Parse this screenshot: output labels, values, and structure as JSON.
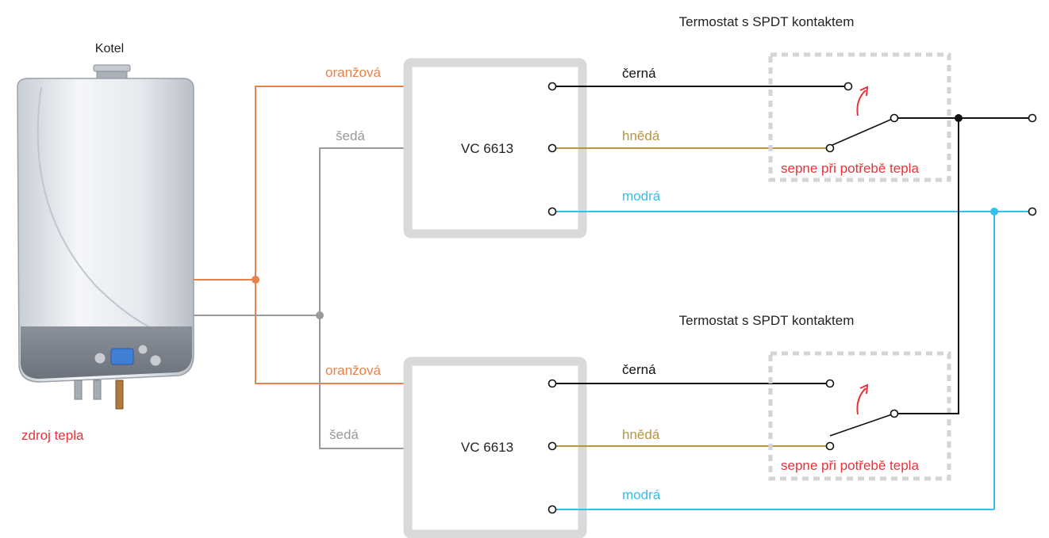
{
  "boiler": {
    "title": "Kotel",
    "subtitle": "zdroj tepla"
  },
  "valves": [
    {
      "model": "VC 6613",
      "wire_orange": "oranžová",
      "wire_grey": "šedá",
      "wire_black": "černá",
      "wire_brown": "hnědá",
      "wire_blue": "modrá",
      "thermostat_title": "Termostat s SPDT kontaktem",
      "switch_note": "sepne při potřebě tepla"
    },
    {
      "model": "VC 6613",
      "wire_orange": "oranžová",
      "wire_grey": "šedá",
      "wire_black": "černá",
      "wire_brown": "hnědá",
      "wire_blue": "modrá",
      "thermostat_title": "Termostat s SPDT kontaktem",
      "switch_note": "sepne při potřebě tepla"
    }
  ],
  "colors": {
    "orange": "#E8824A",
    "grey": "#9A9A9A",
    "black": "#111111",
    "brown": "#B8953F",
    "blue": "#34C0E8",
    "red": "#E8323C",
    "box": "#D9D9DB"
  }
}
